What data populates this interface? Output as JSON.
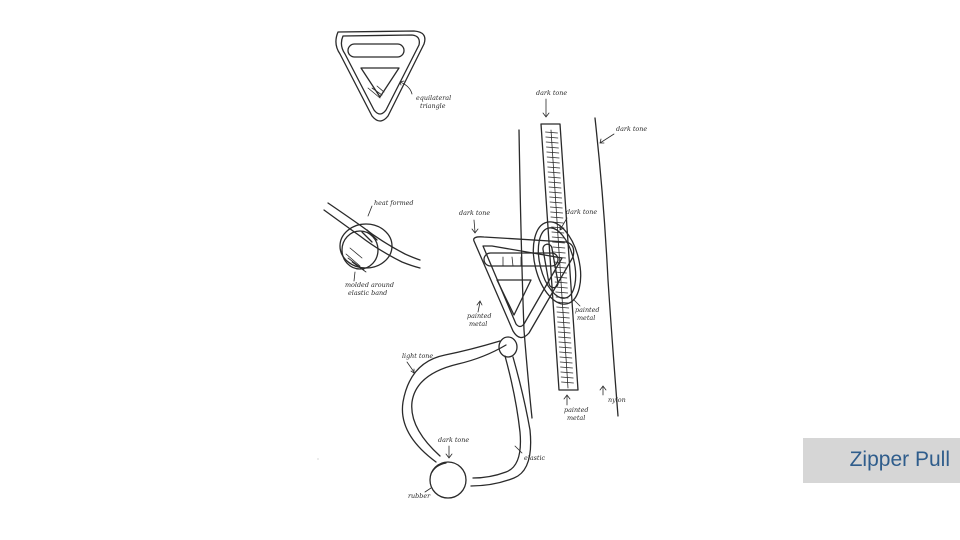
{
  "title": "Zipper Pull",
  "annotations": {
    "triangle_top": [
      "equilateral",
      "triangle"
    ],
    "dark_tone_zipper_top": "dark tone",
    "dark_tone_right": "dark tone",
    "dark_tone_triangle": "dark tone",
    "dark_tone_slider": "dark tone",
    "heat_formed": "heat formed",
    "molded_band": [
      "molded around",
      "elastic band"
    ],
    "painted_metal_left": [
      "painted",
      "metal"
    ],
    "painted_metal_right": [
      "painted",
      "metal"
    ],
    "painted_metal_bottom": [
      "painted",
      "metal"
    ],
    "nylon": "nylon",
    "light_tone": "light tone",
    "dark_tone_bead": "dark tone",
    "elastic": "elastic",
    "rubber": "rubber"
  },
  "colors": {
    "ink": "#2a2a2a",
    "title_box": "#d6d6d6",
    "title_text": "#2f5d8c"
  }
}
